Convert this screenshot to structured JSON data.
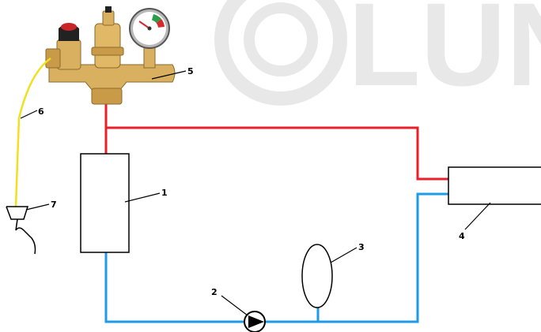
{
  "watermark": {
    "text": "LUN",
    "color": "#e6e6e6"
  },
  "colors": {
    "supply_pipe": "#e8202a",
    "return_pipe": "#1e9be6",
    "capillary": "#f0e020",
    "brass": "#d8b060",
    "outline": "#000000"
  },
  "labels": {
    "boiler": "1",
    "pump": "2",
    "expansion_vessel": "3",
    "radiator": "4",
    "safety_group": "5",
    "capillary_tube": "6",
    "drain_funnel": "7"
  }
}
